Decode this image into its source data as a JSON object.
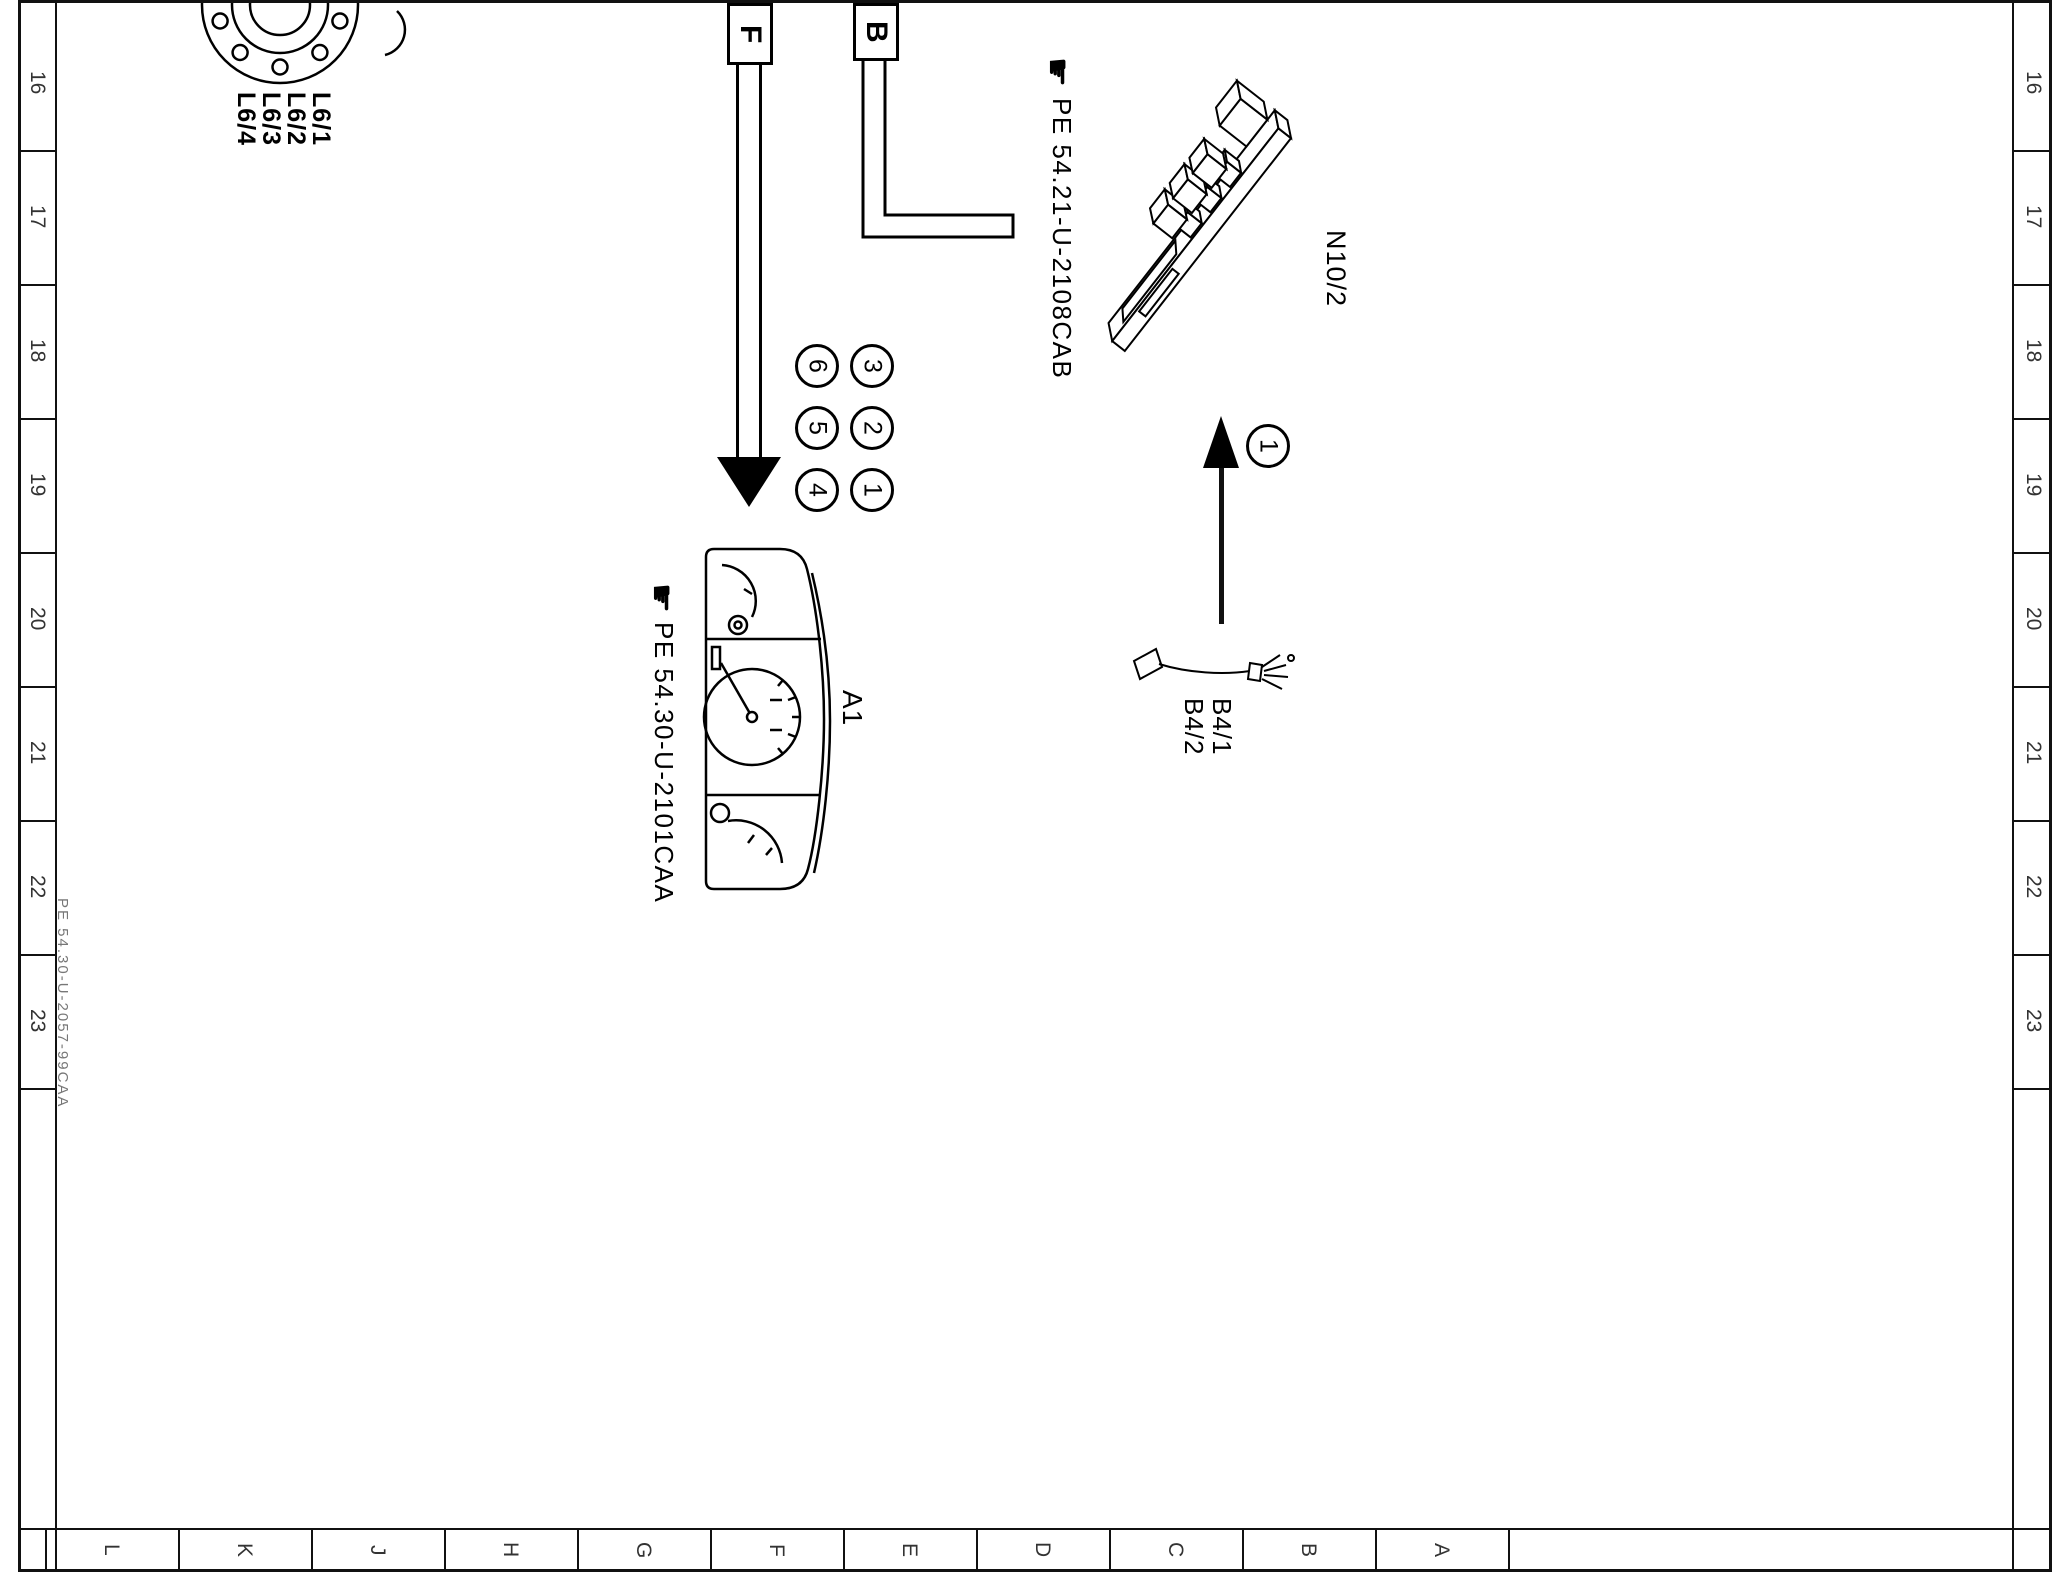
{
  "drawing": {
    "doc_number": "PE 54.30-U-2057-99CAA",
    "grid_rows": [
      "16",
      "17",
      "18",
      "19",
      "20",
      "21",
      "22",
      "23"
    ],
    "grid_cols": [
      "L",
      "K",
      "J",
      "H",
      "G",
      "F",
      "E",
      "D",
      "C",
      "B",
      "A"
    ]
  },
  "components": {
    "wheel_sensors": {
      "labels_block": "L6/1\nL6/2\nL6/3\nL6/4"
    },
    "connector_f": {
      "label": "F"
    },
    "connector_b": {
      "label": "B"
    },
    "pins_col_left": [
      "6",
      "5",
      "4"
    ],
    "pins_col_right": [
      "3",
      "2",
      "1"
    ],
    "fuse_relay_box": {
      "label": "N10/2",
      "ref": "PE 54.21-U-2108CAB"
    },
    "instrument_cluster": {
      "label": "A1",
      "ref": "PE 54.30-U-2101CAA"
    },
    "direction_callout": {
      "label": "1"
    },
    "aerial": {
      "labels_block": "B4/1\nB4/2"
    }
  },
  "icons": {
    "hand": "☛"
  }
}
